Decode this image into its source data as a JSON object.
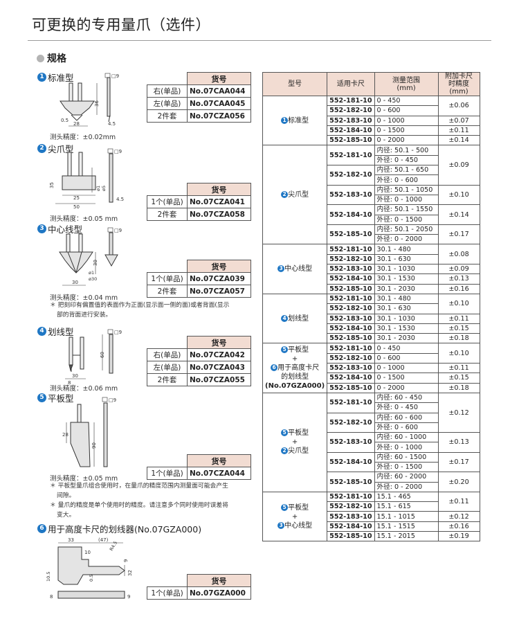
{
  "page_title": "可更换的专用量爪（选件）",
  "spec_heading": "规格",
  "sections": [
    {
      "num": "1",
      "name": "标准型",
      "accuracy": "测头精度：±0.02mm",
      "table": {
        "header": "货号",
        "rows": [
          {
            "label": "右(单品)",
            "code": "No.07CAA044"
          },
          {
            "label": "左(单品)",
            "code": "No.07CAA045"
          },
          {
            "label": "2件套",
            "code": "No.07CZA056"
          }
        ]
      },
      "dims": [
        "□9",
        "36",
        "0.5",
        "28",
        "4.5"
      ]
    },
    {
      "num": "2",
      "name": "尖爪型",
      "accuracy": "测头精度：±0.05 mm",
      "table": {
        "header": "货号",
        "rows": [
          {
            "label": "1个(单品)",
            "code": "No.07CZA041"
          },
          {
            "label": "2件套",
            "code": "No.07CZA058"
          }
        ]
      },
      "dims": [
        "□9",
        "35",
        "25",
        "50",
        "ø1",
        "ø5",
        "4.5"
      ]
    },
    {
      "num": "3",
      "name": "中心线型",
      "accuracy": "测头精度：±0.04 mm",
      "table": {
        "header": "货号",
        "rows": [
          {
            "label": "1个(单品)",
            "code": "No.07CZA039"
          },
          {
            "label": "2件套",
            "code": "No.07CZA057"
          }
        ]
      },
      "notes": [
        "＊ 把刻印有偏置值的表面作为正面(显示面一侧的面)或者背面(显示",
        "部的背面进行安装。"
      ],
      "dims": [
        "□9",
        "30",
        "ø1",
        "ø30",
        "30"
      ]
    },
    {
      "num": "4",
      "name": "划线型",
      "accuracy": "测头精度：±0.06 mm",
      "table": {
        "header": "货号",
        "rows": [
          {
            "label": "右(单品)",
            "code": "No.07CZA042"
          },
          {
            "label": "左(单品)",
            "code": "No.07CZA043"
          },
          {
            "label": "2件套",
            "code": "No.07CZA055"
          }
        ]
      },
      "dims": [
        "□9",
        "60",
        "30",
        "8"
      ]
    },
    {
      "num": "5",
      "name": "平板型",
      "accuracy": "测头精度：±0.05 mm",
      "table": {
        "header": "货号",
        "rows": [
          {
            "label": "1个(单品)",
            "code": "No.07CZA044"
          }
        ]
      },
      "notes": [
        "＊ 平板型量爪组合使用时，在量爪的精度范围内测量面可能会产生",
        "间隙。",
        "＊ 量爪的精度是单个使用时的精度。请注意多个同时使用时误差将",
        "变大。"
      ],
      "dims": [
        "□9",
        "28",
        "90"
      ]
    },
    {
      "num": "6",
      "name": "用于高度卡尺的划线器(No.07GZA000)",
      "table": {
        "header": "货号",
        "rows": [
          {
            "label": "1个(单品)",
            "code": "No.07GZA000"
          }
        ]
      },
      "dims": [
        "33",
        "(47)",
        "10",
        "R4.5",
        "9",
        "32",
        "0.5",
        "10.5",
        "8",
        "9"
      ]
    }
  ],
  "main_table": {
    "headers": [
      "型号",
      "适用卡尺",
      "测量范围\n(mm)",
      "附加卡尺\n时精度(mm)"
    ],
    "groups": [
      {
        "type_lines": [
          {
            "num": "1",
            "text": "标准型"
          }
        ],
        "rows": [
          {
            "caliper": "552-181-10",
            "range": "0 - 450",
            "acc": "±0.06",
            "accspan": 2
          },
          {
            "caliper": "552-182-10",
            "range": "0 - 600"
          },
          {
            "caliper": "552-183-10",
            "range": "0 - 1000",
            "acc": "±0.07",
            "accspan": 1
          },
          {
            "caliper": "552-184-10",
            "range": "0 - 1500",
            "acc": "±0.11",
            "accspan": 1
          },
          {
            "caliper": "552-185-10",
            "range": "0 - 2000",
            "acc": "±0.14",
            "accspan": 1
          }
        ]
      },
      {
        "type_lines": [
          {
            "num": "2",
            "text": "尖爪型"
          }
        ],
        "pairs": [
          {
            "caliper": "552-181-10",
            "inner": "内径: 50.1 - 500",
            "outer": "外径:  0 - 450",
            "acc": "±0.09",
            "accspan": 2
          },
          {
            "caliper": "552-182-10",
            "inner": "内径: 50.1 - 650",
            "outer": "外径:  0 - 600"
          },
          {
            "caliper": "552-183-10",
            "inner": "内径: 50.1 - 1050",
            "outer": "外径:  0 - 1000",
            "acc": "±0.10",
            "accspan": 1
          },
          {
            "caliper": "552-184-10",
            "inner": "内径: 50.1 - 1550",
            "outer": "外径:  0 - 1500",
            "acc": "±0.14",
            "accspan": 1
          },
          {
            "caliper": "552-185-10",
            "inner": "内径: 50.1 - 2050",
            "outer": "外径:  0 - 2000",
            "acc": "±0.17",
            "accspan": 1
          }
        ]
      },
      {
        "type_lines": [
          {
            "num": "3",
            "text": "中心线型"
          }
        ],
        "rows": [
          {
            "caliper": "552-181-10",
            "range": "30.1 - 480",
            "acc": "±0.08",
            "accspan": 2
          },
          {
            "caliper": "552-182-10",
            "range": "30.1 - 630"
          },
          {
            "caliper": "552-183-10",
            "range": "30.1 - 1030",
            "acc": "±0.09",
            "accspan": 1
          },
          {
            "caliper": "552-184-10",
            "range": "30.1 - 1530",
            "acc": "±0.13",
            "accspan": 1
          },
          {
            "caliper": "552-185-10",
            "range": "30.1 - 2030",
            "acc": "±0.16",
            "accspan": 1
          }
        ]
      },
      {
        "type_lines": [
          {
            "num": "4",
            "text": "划线型"
          }
        ],
        "rows": [
          {
            "caliper": "552-181-10",
            "range": "30.1 - 480",
            "acc": "±0.10",
            "accspan": 2
          },
          {
            "caliper": "552-182-10",
            "range": "30.1 - 630"
          },
          {
            "caliper": "552-183-10",
            "range": "30.1 - 1030",
            "acc": "±0.11",
            "accspan": 1
          },
          {
            "caliper": "552-184-10",
            "range": "30.1 - 1530",
            "acc": "±0.15",
            "accspan": 1
          },
          {
            "caliper": "552-185-10",
            "range": "30.1 - 2030",
            "acc": "±0.18",
            "accspan": 1
          }
        ]
      },
      {
        "type_lines": [
          {
            "num": "5",
            "text": "平板型"
          },
          {
            "num": "",
            "text": "+"
          },
          {
            "num": "6",
            "text": "用于高度卡尺"
          },
          {
            "num": "",
            "text": "的划线型"
          },
          {
            "num": "",
            "text": "(No.07GZA000)",
            "bold": true
          }
        ],
        "rows": [
          {
            "caliper": "552-181-10",
            "range": "0 - 450",
            "acc": "±0.10",
            "accspan": 2
          },
          {
            "caliper": "552-182-10",
            "range": "0 - 600"
          },
          {
            "caliper": "552-183-10",
            "range": "0 - 1000",
            "acc": "±0.11",
            "accspan": 1
          },
          {
            "caliper": "552-184-10",
            "range": "0 - 1500",
            "acc": "±0.15",
            "accspan": 1
          },
          {
            "caliper": "552-185-10",
            "range": "0 - 2000",
            "acc": "±0.18",
            "accspan": 1
          }
        ]
      },
      {
        "type_lines": [
          {
            "num": "5",
            "text": "平板型"
          },
          {
            "num": "",
            "text": "+"
          },
          {
            "num": "2",
            "text": "尖爪型"
          }
        ],
        "pairs": [
          {
            "caliper": "552-181-10",
            "inner": "内径: 60 - 450",
            "outer": "外径:  0 - 450",
            "acc": "±0.12",
            "accspan": 2
          },
          {
            "caliper": "552-182-10",
            "inner": "内径: 60 - 600",
            "outer": "外径:  0 - 600"
          },
          {
            "caliper": "552-183-10",
            "inner": "内径: 60 - 1000",
            "outer": "外径:  0 - 1000",
            "acc": "±0.13",
            "accspan": 1
          },
          {
            "caliper": "552-184-10",
            "inner": "内径: 60 - 1500",
            "outer": "外径:  0 - 1500",
            "acc": "±0.17",
            "accspan": 1
          },
          {
            "caliper": "552-185-10",
            "inner": "内径: 60 - 2000",
            "outer": "外径:  0 - 2000",
            "acc": "±0.20",
            "accspan": 1
          }
        ]
      },
      {
        "type_lines": [
          {
            "num": "5",
            "text": "平板型"
          },
          {
            "num": "",
            "text": "+"
          },
          {
            "num": "3",
            "text": "中心线型"
          }
        ],
        "rows": [
          {
            "caliper": "552-181-10",
            "range": "15.1 - 465",
            "acc": "±0.11",
            "accspan": 2
          },
          {
            "caliper": "552-182-10",
            "range": "15.1 - 615"
          },
          {
            "caliper": "552-183-10",
            "range": "15.1 - 1015",
            "acc": "±0.12",
            "accspan": 1
          },
          {
            "caliper": "552-184-10",
            "range": "15.1 - 1515",
            "acc": "±0.16",
            "accspan": 1
          },
          {
            "caliper": "552-185-10",
            "range": "15.1 - 2015",
            "acc": "±0.19",
            "accspan": 1
          }
        ]
      }
    ]
  }
}
